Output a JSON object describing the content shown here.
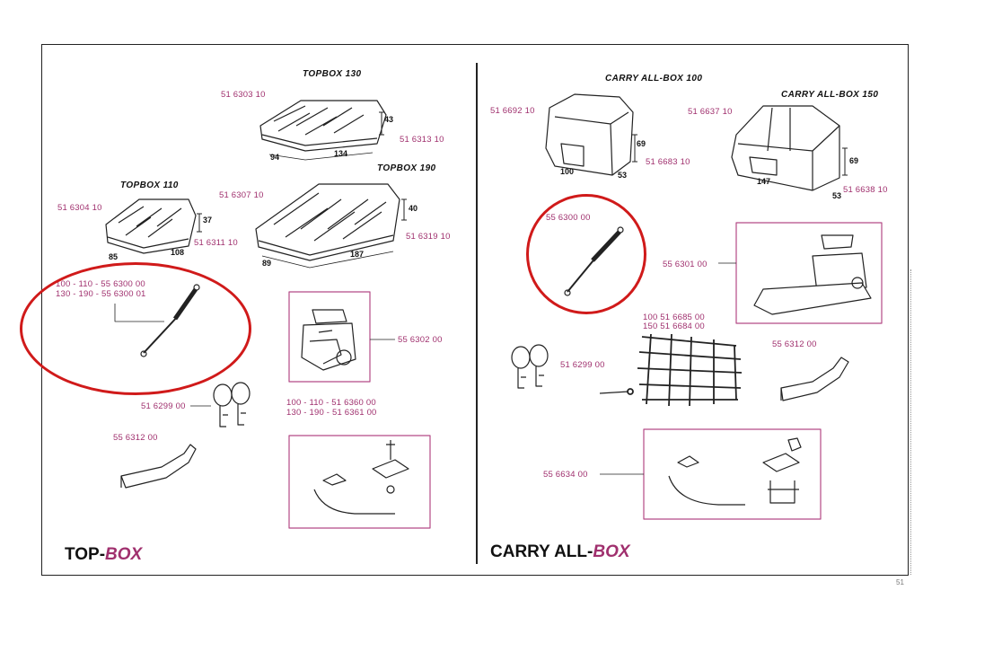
{
  "left": {
    "section_title_main": "TOP-",
    "section_title_accent": "BOX",
    "models": {
      "m130": "TOPBOX 130",
      "m110": "TOPBOX 110",
      "m190": "TOPBOX 190"
    },
    "parts": {
      "p130": "51 6303 10",
      "p130_alt": "51 6313 10",
      "p110": "51 6304 10",
      "p110_alt": "51 6311 10",
      "p190": "51 6307 10",
      "p190_alt": "51 6319 10",
      "strut_line1": "100 - 110 - 55 6300 00",
      "strut_line2": "130 - 190 - 55 6300 01",
      "lock": "55 6302 00",
      "keys": "51 6299 00",
      "seal": "55 6312 00",
      "fix_line1": "100 - 110 - 51 6360 00",
      "fix_line2": "130 - 190 - 51 6361 00"
    },
    "dims": {
      "h130": "43",
      "w130": "94",
      "l130": "134",
      "h110": "37",
      "w110": "85",
      "l110": "108",
      "h190": "40",
      "w190": "89",
      "l190": "187"
    }
  },
  "right": {
    "section_title_main": "CARRY ALL-",
    "section_title_accent": "BOX",
    "models": {
      "m100": "CARRY ALL-BOX 100",
      "m150": "CARRY ALL-BOX 150"
    },
    "parts": {
      "p100": "51 6692 10",
      "p100_alt": "51 6683 10",
      "p150": "51 6637 10",
      "p150_alt": "51 6638 10",
      "strut": "55 6300 00",
      "handle": "55 6301 00",
      "net_line1": "100   51 6685 00",
      "net_line2": "150   51 6684 00",
      "keys": "51 6299 00",
      "seal": "55 6312 00",
      "fix": "55 6634 00"
    },
    "dims": {
      "h100": "69",
      "w100": "100",
      "l100": "53",
      "h150": "69",
      "w150": "147",
      "l150": "53"
    }
  },
  "page_number": "51",
  "colors": {
    "part_number": "#a0306e",
    "highlight_circle": "#d01a1a",
    "frame": "#222222"
  }
}
